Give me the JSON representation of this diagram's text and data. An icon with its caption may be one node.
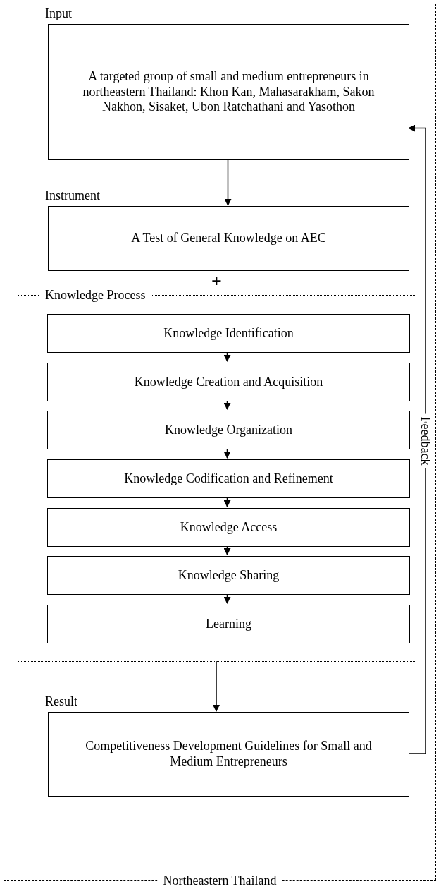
{
  "diagram": {
    "nodes": [
      {
        "text": [
          "Northeastern Thailand"
        ]
      },
      {
        "text": [
          "Input",
          "A targeted group of small and medium entrepreneurs in northeastern Thailand: Khon Kan, Mahasarakham, Sakon Nakhon, Sisaket, Ubon Ratchathani and Yasothon"
        ],
        "in": 0
      },
      {
        "text": [
          "Instrument",
          "A Test of General Knowledge on AEC"
        ],
        "in": 0
      },
      {
        "text": [
          "Knowledge Process"
        ],
        "in": 0
      },
      {
        "text": [
          "Knowledge Identification"
        ],
        "in": 3
      },
      {
        "text": [
          "Knowledge Creation and Acquisition"
        ],
        "in": 3
      },
      {
        "text": [
          "Knowledge Organization"
        ],
        "in": 3
      },
      {
        "text": [
          "Knowledge Codification and Refinement"
        ],
        "in": 3
      },
      {
        "text": [
          "Knowledge Access"
        ],
        "in": 3
      },
      {
        "text": [
          "Knowledge Sharing"
        ],
        "in": 3
      },
      {
        "text": [
          "Learning"
        ],
        "in": 3
      },
      {
        "text": [
          "Result",
          "Competitiveness Development Guidelines for Small and Medium Entrepreneurs"
        ],
        "in": 0
      }
    ],
    "edges": [
      {
        "from": 1,
        "to": 2,
        "arrow": "to"
      },
      {
        "from": 4,
        "to": 5,
        "arrow": "to"
      },
      {
        "from": 5,
        "to": 6,
        "arrow": "to"
      },
      {
        "from": 6,
        "to": 7,
        "arrow": "to"
      },
      {
        "from": 7,
        "to": 8,
        "arrow": "to"
      },
      {
        "from": 8,
        "to": 9,
        "arrow": "to"
      },
      {
        "from": 9,
        "to": 10,
        "arrow": "to"
      },
      {
        "from": 3,
        "to": 11,
        "arrow": "to"
      },
      {
        "from": 11,
        "to": 1,
        "arrow": "to",
        "label": "Feedback"
      }
    ],
    "labels": [
      "+"
    ]
  }
}
